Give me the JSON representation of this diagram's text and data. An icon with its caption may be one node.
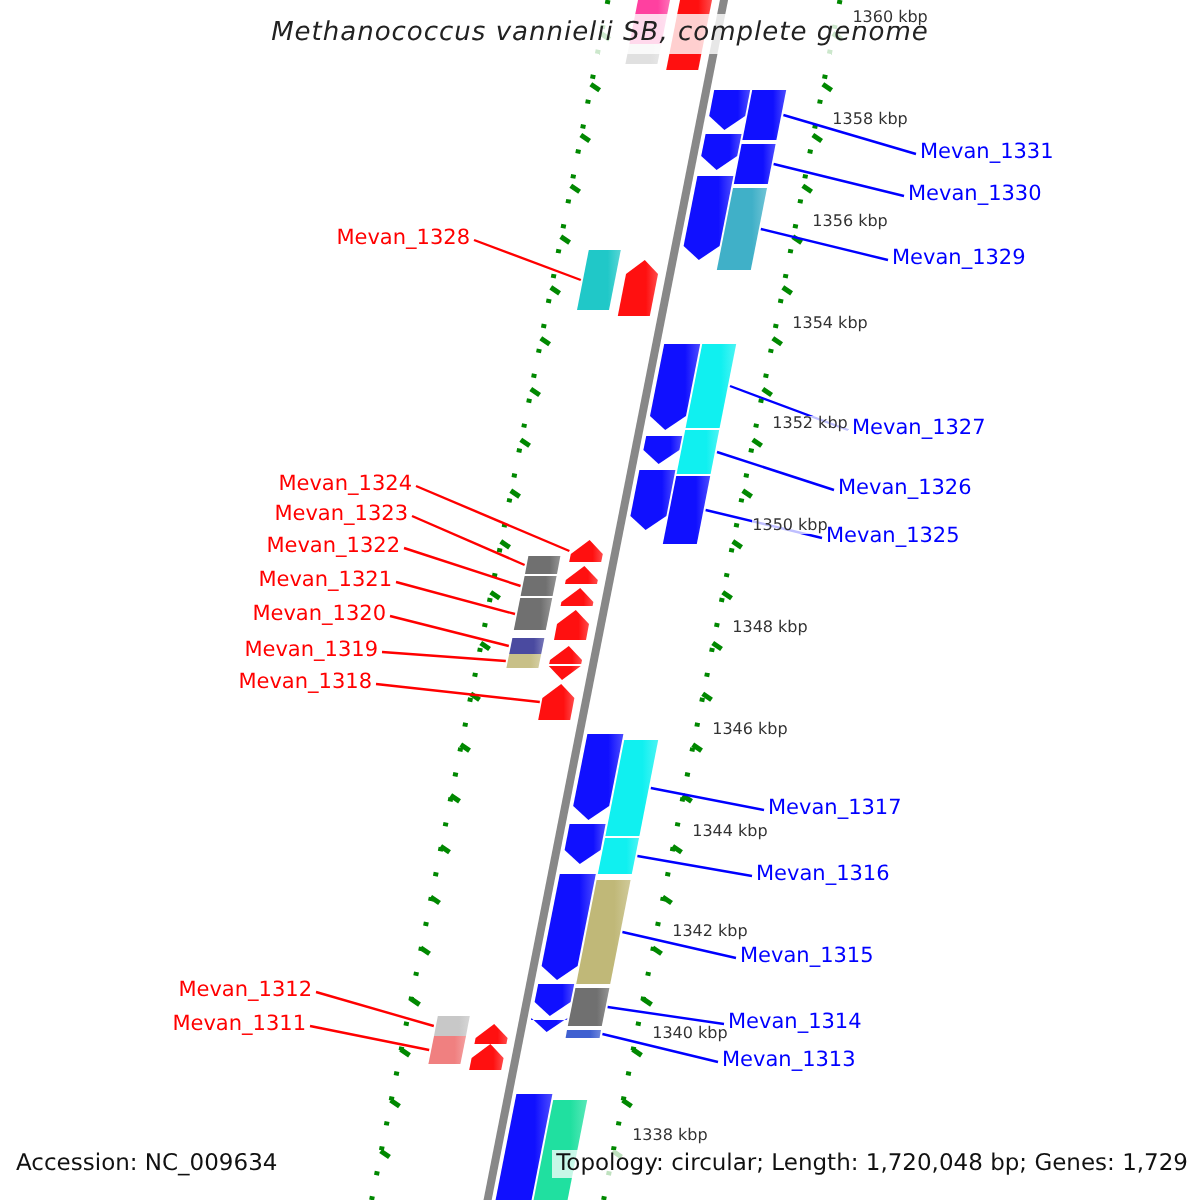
{
  "diagram": {
    "title": "Methanococcus vannielii SB, complete genome",
    "nodes": [
      {
        "text": [
          "Mevan_1331"
        ]
      },
      {
        "text": [
          "Mevan_1330"
        ]
      },
      {
        "text": [
          "Mevan_1328"
        ]
      },
      {
        "text": [
          "Mevan_1329"
        ]
      },
      {
        "text": [
          "Mevan_1327"
        ]
      },
      {
        "text": [
          "Mevan_1324"
        ]
      },
      {
        "text": [
          "Mevan_1326"
        ]
      },
      {
        "text": [
          "Mevan_1323"
        ]
      },
      {
        "text": [
          "Mevan_1325"
        ]
      },
      {
        "text": [
          "Mevan_1322"
        ]
      },
      {
        "text": [
          "Mevan_1321"
        ]
      },
      {
        "text": [
          "Mevan_1320"
        ]
      },
      {
        "text": [
          "Mevan_1319"
        ]
      },
      {
        "text": [
          "Mevan_1318"
        ]
      },
      {
        "text": [
          "Mevan_1317"
        ]
      },
      {
        "text": [
          "Mevan_1316"
        ]
      },
      {
        "text": [
          "Mevan_1315"
        ]
      },
      {
        "text": [
          "Mevan_1312"
        ]
      },
      {
        "text": [
          "Mevan_1314"
        ]
      },
      {
        "text": [
          "Mevan_1311"
        ]
      },
      {
        "text": [
          "Mevan_1313"
        ]
      },
      {
        "text": [],
        "shape": "box"
      },
      {
        "text": [],
        "shape": "box"
      },
      {
        "text": [],
        "shape": "box"
      },
      {
        "text": [],
        "shape": "box"
      },
      {
        "text": [],
        "shape": "box"
      },
      {
        "text": [],
        "shape": "box"
      },
      {
        "text": [],
        "shape": "box"
      },
      {
        "text": [],
        "shape": "box"
      },
      {
        "text": [],
        "shape": "box"
      },
      {
        "text": [],
        "shape": "box"
      },
      {
        "text": [],
        "shape": "box"
      },
      {
        "text": [],
        "shape": "box"
      },
      {
        "text": [],
        "shape": "box"
      },
      {
        "text": [],
        "shape": "box"
      },
      {
        "text": [],
        "shape": "box"
      },
      {
        "text": [],
        "shape": "box"
      },
      {
        "text": [],
        "shape": "box"
      },
      {
        "text": [],
        "shape": "box"
      },
      {
        "text": [],
        "shape": "box"
      },
      {
        "text": [],
        "shape": "box"
      },
      {
        "text": [],
        "shape": "box"
      },
      {
        "text": [],
        "shape": "box"
      },
      {
        "text": [],
        "shape": "box"
      },
      {
        "text": [],
        "shape": "box"
      },
      {
        "text": [],
        "shape": "box"
      },
      {
        "text": [],
        "shape": "box"
      },
      {
        "text": [],
        "shape": "box"
      },
      {
        "text": [],
        "shape": "box"
      },
      {
        "text": [],
        "shape": "box"
      },
      {
        "text": [],
        "shape": "box"
      },
      {
        "text": [],
        "shape": "box"
      },
      {
        "text": [],
        "shape": "box"
      },
      {
        "text": [],
        "shape": "box"
      },
      {
        "text": [],
        "shape": "box"
      },
      {
        "text": [],
        "shape": "box"
      },
      {
        "text": [],
        "shape": "box"
      },
      {
        "text": [],
        "shape": "box"
      },
      {
        "text": [],
        "shape": "box"
      },
      {
        "text": [],
        "shape": "box"
      },
      {
        "text": [],
        "shape": "box"
      },
      {
        "text": [],
        "shape": "box"
      },
      {
        "text": [],
        "shape": "box"
      },
      {
        "text": [],
        "shape": "box"
      },
      {
        "text": [],
        "shape": "box"
      },
      {
        "text": [],
        "shape": "box"
      }
    ],
    "edges": [
      {
        "from": 0,
        "to": 21,
        "arrow": "none"
      },
      {
        "from": 1,
        "to": 22,
        "arrow": "none"
      },
      {
        "from": 2,
        "to": 23,
        "arrow": "none",
        "color": "#ff0000"
      },
      {
        "from": 3,
        "to": 24,
        "arrow": "none"
      },
      {
        "from": 4,
        "to": 25,
        "arrow": "none"
      },
      {
        "from": 5,
        "to": 26,
        "arrow": "none",
        "color": "#ff0000"
      },
      {
        "from": 6,
        "to": 27,
        "arrow": "none"
      },
      {
        "from": 7,
        "to": 28,
        "arrow": "none",
        "color": "#ff0000"
      },
      {
        "from": 8,
        "to": 29,
        "arrow": "none"
      },
      {
        "from": 9,
        "to": 30,
        "arrow": "none",
        "color": "#ff0000"
      },
      {
        "from": 10,
        "to": 31,
        "arrow": "none",
        "color": "#ff0000"
      },
      {
        "from": 11,
        "to": 32,
        "arrow": "none",
        "color": "#ff0000"
      },
      {
        "from": 12,
        "to": 33,
        "arrow": "none",
        "color": "#ff0000"
      },
      {
        "from": 13,
        "to": 34,
        "arrow": "none",
        "color": "#ff0000"
      },
      {
        "from": 14,
        "to": 35,
        "arrow": "none"
      },
      {
        "from": 15,
        "to": 36,
        "arrow": "none"
      },
      {
        "from": 16,
        "to": 37,
        "arrow": "none"
      },
      {
        "from": 17,
        "to": 38,
        "arrow": "none",
        "color": "#ff0000"
      },
      {
        "from": 18,
        "to": 39,
        "arrow": "none"
      },
      {
        "from": 19,
        "to": 40,
        "arrow": "none",
        "color": "#ff0000"
      },
      {
        "from": 20,
        "to": 41,
        "arrow": "none"
      }
    ],
    "labels": [
      "1360 kbp",
      "1358 kbp",
      "1356 kbp",
      "1354 kbp",
      "1352 kbp",
      "1350 kbp",
      "1348 kbp",
      "1346 kbp",
      "1344 kbp",
      "1342 kbp",
      "1340 kbp",
      "1338 kbp",
      "Accession: NC_009634",
      "Topology: circular; Length: 1,720,048 bp; Genes: 1,729"
    ]
  }
}
